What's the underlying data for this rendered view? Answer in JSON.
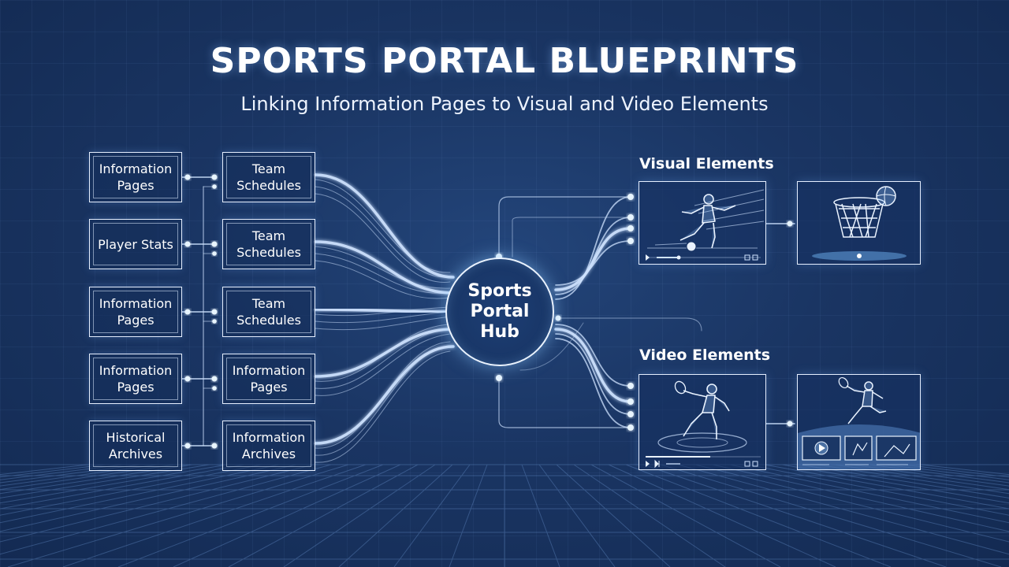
{
  "title": "SPORTS PORTAL BLUEPRINTS",
  "subtitle": "Linking Information Pages to Visual and Video Elements",
  "hub": {
    "label": "Sports\nPortal\nHub"
  },
  "left_column": [
    {
      "label": "Information Pages"
    },
    {
      "label": "Player Stats"
    },
    {
      "label": "Information Pages"
    },
    {
      "label": "Information Pages"
    },
    {
      "label": "Historical Archives"
    }
  ],
  "middle_column": [
    {
      "label": "Team Schedules"
    },
    {
      "label": "Team Schedules"
    },
    {
      "label": "Team Schedules"
    },
    {
      "label": "Information Pages"
    },
    {
      "label": "Information Archives"
    }
  ],
  "sections": {
    "visual": "Visual Elements",
    "video": "Video Elements"
  },
  "icons": {
    "soccer_panel": "soccer-player-icon",
    "basketball_panel": "basketball-hoop-icon",
    "tennis_panel": "tennis-player-icon",
    "badminton_panel": "badminton-player-icon",
    "play_button": "play-icon"
  },
  "colors": {
    "background": "#1a3563",
    "line": "#cfe3ff",
    "glow": "#8fc3ff"
  }
}
